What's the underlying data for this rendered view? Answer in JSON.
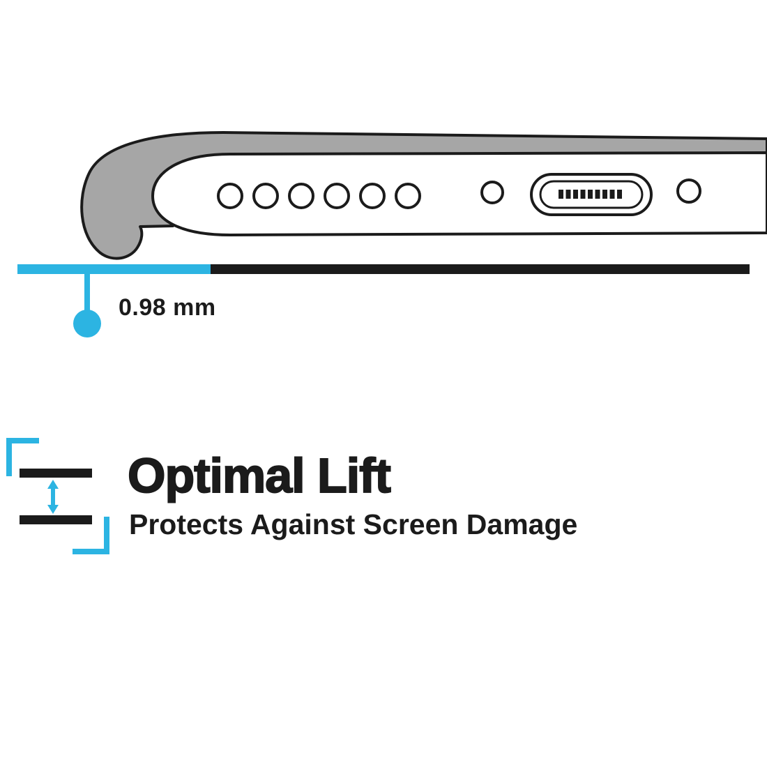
{
  "colors": {
    "accent_cyan": "#2cb4e2",
    "ink_black": "#1b1b1b",
    "case_gray": "#a6a6a6",
    "phone_white": "#ffffff"
  },
  "measurement": {
    "value": "0.98 mm"
  },
  "feature": {
    "title": "Optimal Lift",
    "subtitle": "Protects Against Screen Damage"
  },
  "illustration": {
    "subject": "phone-bottom-edge-in-case",
    "speaker_hole_count": 6,
    "icons": [
      "lift-gap-icon",
      "charging-port",
      "speaker-holes",
      "surface-line",
      "pointer-dot"
    ]
  }
}
